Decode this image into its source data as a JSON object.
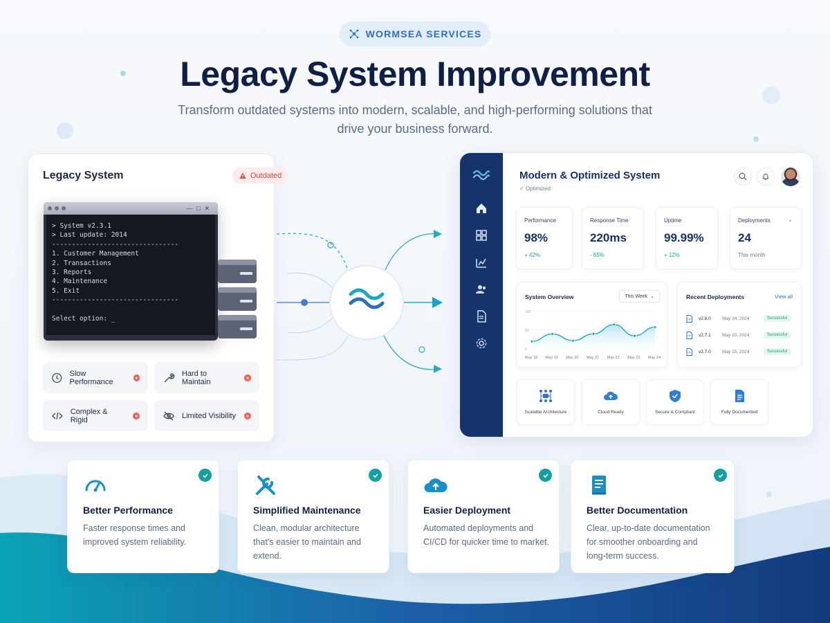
{
  "header": {
    "badge_label": "WORMSEA SERVICES",
    "title": "Legacy System Improvement",
    "subtitle": "Transform outdated systems into modern, scalable, and high-performing solutions that drive your business forward."
  },
  "legacy": {
    "title": "Legacy System",
    "badge": "Outdated",
    "terminal_lines": "> System v2.3.1\n> Last update: 2014\n--------------------------------\n1. Customer Management\n2. Transactions\n3. Reports\n4. Maintenance\n5. Exit\n--------------------------------\n\nSelect option: _",
    "issues": [
      {
        "label": "Slow Performance",
        "icon": "clock-icon"
      },
      {
        "label": "Hard to Maintain",
        "icon": "wrench-icon"
      },
      {
        "label": "Complex & Rigid",
        "icon": "code-icon"
      },
      {
        "label": "Limited Visibility",
        "icon": "eye-off-icon"
      }
    ]
  },
  "modern": {
    "title": "Modern & Optimized System",
    "subtitle": "Optimized",
    "stats": [
      {
        "label": "Performance",
        "value": "98%",
        "change": "+ 42%"
      },
      {
        "label": "Response Time",
        "value": "220ms",
        "change": "- 65%"
      },
      {
        "label": "Uptime",
        "value": "99.99%",
        "change": "+ 12%"
      },
      {
        "label": "Deployments",
        "value": "24",
        "change": "This month"
      }
    ],
    "overview": {
      "title": "System Overview",
      "range": "This Week",
      "ylabels": [
        "100",
        "50",
        "0"
      ]
    },
    "deployments": {
      "title": "Recent Deployments",
      "view_all": "View all",
      "rows": [
        {
          "version": "v2.8.0",
          "date": "May 24, 2024",
          "status": "Successful"
        },
        {
          "version": "v2.7.1",
          "date": "May 20, 2024",
          "status": "Successful"
        },
        {
          "version": "v2.7.0",
          "date": "May 15, 2024",
          "status": "Successful"
        }
      ]
    },
    "features": [
      {
        "label": "Scalable Architecture",
        "icon": "architecture-icon"
      },
      {
        "label": "Cloud Ready",
        "icon": "cloud-upload-icon"
      },
      {
        "label": "Secure & Compliant",
        "icon": "shield-check-icon"
      },
      {
        "label": "Fully Documented",
        "icon": "document-icon"
      }
    ]
  },
  "chart_data": {
    "type": "area",
    "categories": [
      "May 18",
      "May 19",
      "May 20",
      "May 21",
      "May 22",
      "May 23",
      "May 24"
    ],
    "values": [
      20,
      40,
      22,
      40,
      65,
      35,
      58
    ],
    "ylim": [
      0,
      100
    ]
  },
  "benefits": [
    {
      "title": "Better Performance",
      "desc": "Faster response times and improved system reliability.",
      "icon": "speedometer-icon"
    },
    {
      "title": "Simplified Maintenance",
      "desc": "Clean, modular architecture that's easier to maintain and extend.",
      "icon": "tools-icon"
    },
    {
      "title": "Easier Deployment",
      "desc": "Automated deployments and CI/CD for quicker time to market.",
      "icon": "cloud-upload-icon"
    },
    {
      "title": "Better Documentation",
      "desc": "Clear, up-to-date documentation for smoother onboarding and long-term success.",
      "icon": "book-icon"
    }
  ],
  "colors": {
    "navy": "#15346b",
    "accent_blue": "#2f6fc4",
    "teal": "#14a0a0",
    "alert_red": "#e0453a"
  }
}
